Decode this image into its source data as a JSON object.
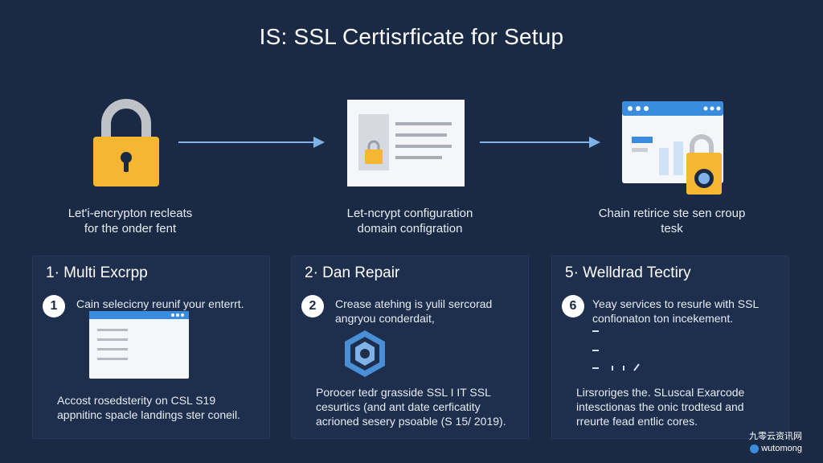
{
  "title": "IS: SSL Certisrficate for Setup",
  "top_steps": [
    {
      "caption_line1": "Let'i-encrypton recleats",
      "caption_line2": "for the onder fent",
      "icon": "padlock-icon"
    },
    {
      "caption_line1": "Let-ncrypt configuration",
      "caption_line2": "domain configration",
      "icon": "document-lock-icon"
    },
    {
      "caption_line1": "Chain retirice ste sen croup",
      "caption_line2": "tesk",
      "icon": "browser-lock-icon"
    }
  ],
  "panels": [
    {
      "title": "1· Multi Excrpp",
      "badge": "1",
      "step_line1": "Cain selecicny reunif your enterrt.",
      "step_line2": "",
      "foot_line1": "Accost rosedsterity on CSL S19",
      "foot_line2": "appnitinc spacle landings ster coneil.",
      "foot_line3": ""
    },
    {
      "title": "2· Dan Repair",
      "badge": "2",
      "step_line1": "Crease atehing is yulil sercorad",
      "step_line2": "angryou conderdait,",
      "foot_line1": "Porocer tedr grasside SSL I IT SSL",
      "foot_line2": "cesurtics (and ant date cerficatity",
      "foot_line3": "acrioned sesery psoable (S 15/ 2019)."
    },
    {
      "title": "5· Welldrad Tectiry",
      "badge": "6",
      "step_line1": "Yeay services to resurle with SSL",
      "step_line2": "confionaton ton incekement.",
      "foot_line1": "Lirsroriges the. SLuscal Exarcode",
      "foot_line2": "intesctionas the onic trodtesd and",
      "foot_line3": "rreurte fead entlic cores."
    }
  ],
  "watermark": {
    "line1": "九零云资讯网",
    "line2": "wutomong"
  },
  "colors": {
    "background": "#1b2a44",
    "panel": "#1e2f4d",
    "lock_gold": "#f5b731",
    "lock_shackle": "#bfc3c8",
    "arrow": "#7fb3e8",
    "browser_blue": "#3a8dde",
    "accent_badge": "#4a8fd6"
  }
}
